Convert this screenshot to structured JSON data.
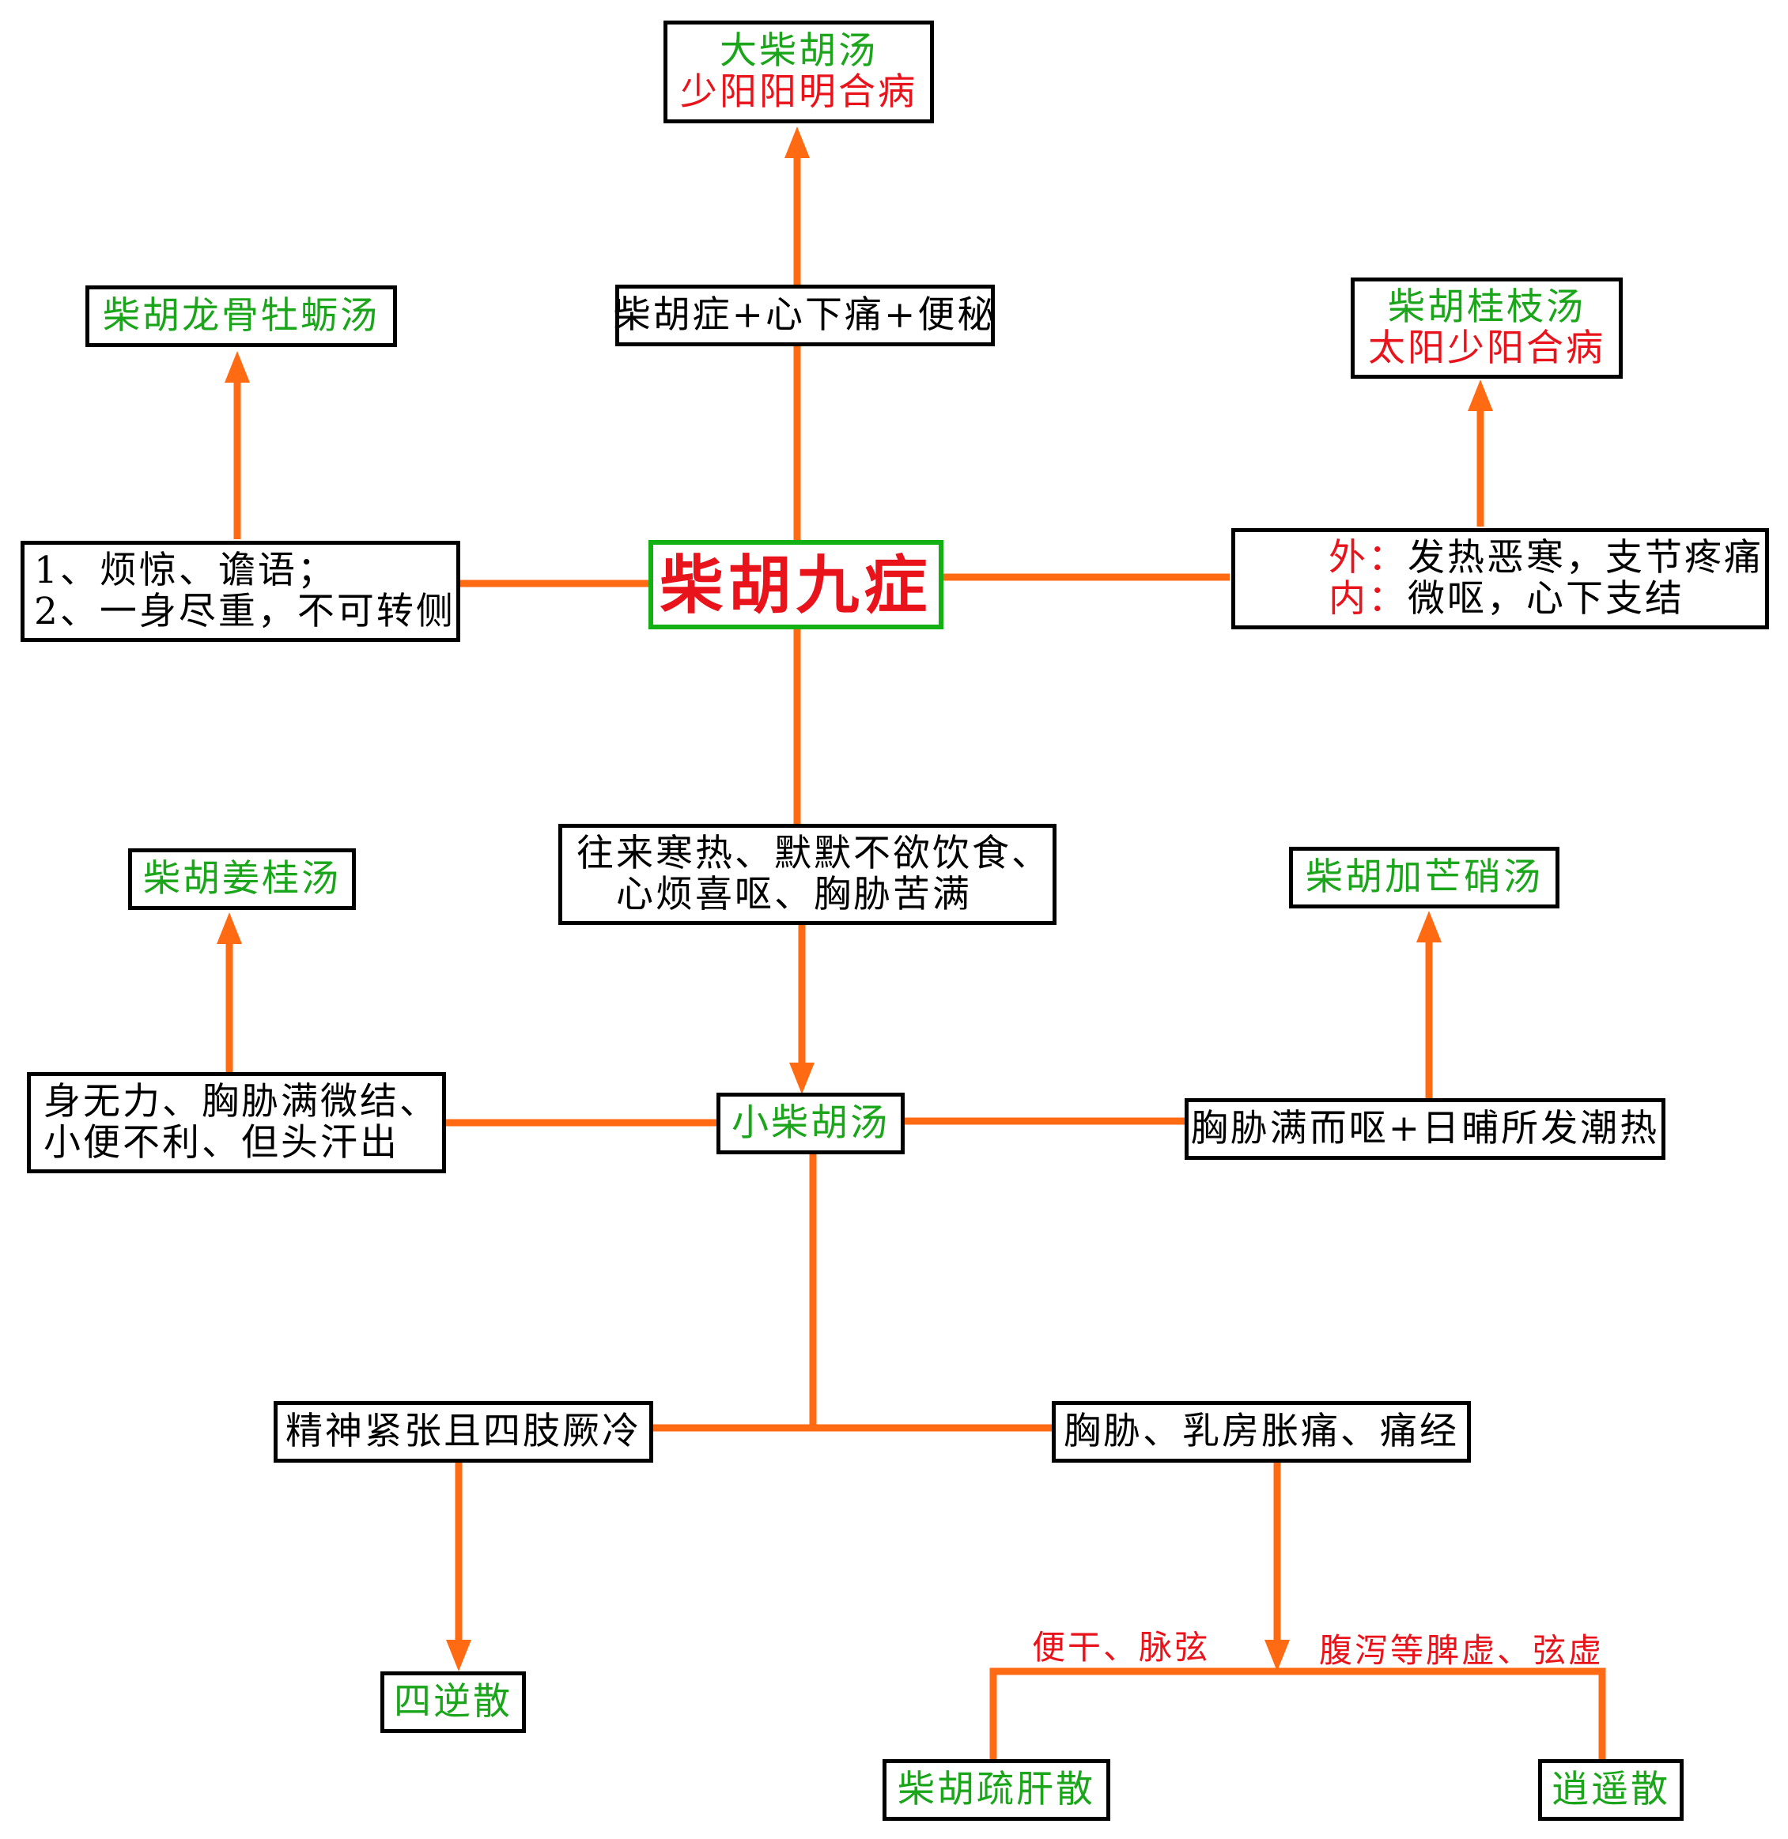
{
  "center": "柴胡九症",
  "nodes": {
    "dachaihu_formula": "大柴胡汤",
    "dachaihu_disease": "少阳阳明合病",
    "dachaihu_symptom": "柴胡症+心下痛+便秘",
    "longgu_formula": "柴胡龙骨牡蛎汤",
    "longgu_symptom_1": "1、烦惊、谵语；",
    "longgu_symptom_2": "2、一身尽重，不可转侧",
    "guizhi_formula": "柴胡桂枝汤",
    "guizhi_disease": "太阳少阳合病",
    "guizhi_outer_label": "外：",
    "guizhi_outer_text": "发热恶寒，支节疼痛",
    "guizhi_inner_label": "内：",
    "guizhi_inner_text": "微呕，心下支结",
    "main_symptom_1": "往来寒热、默默不欲饮食、",
    "main_symptom_2": "心烦喜呕、胸胁苦满",
    "xiaochaihu": "小柴胡汤",
    "ganjiang_formula": "柴胡姜桂汤",
    "ganjiang_symptom_1": "身无力、胸胁满微结、",
    "ganjiang_symptom_2": "小便不利、但头汗出",
    "mangxiao_formula": "柴胡加芒硝汤",
    "mangxiao_symptom": "胸胁满而呕+日晡所发潮热",
    "sini_symptom": "精神紧张且四肢厥冷",
    "sini_formula": "四逆散",
    "shugan_parent_symptom": "胸胁、乳房胀痛、痛经",
    "shugan_branch_label": "便干、脉弦",
    "xiaoyao_branch_label": "腹泻等脾虚、弦虚",
    "shugan_formula": "柴胡疏肝散",
    "xiaoyao_formula": "逍遥散"
  },
  "colors": {
    "line": "#ff6a13",
    "formula": "#1aa51a",
    "disease": "#e8131b",
    "border_center": "#13b014"
  }
}
